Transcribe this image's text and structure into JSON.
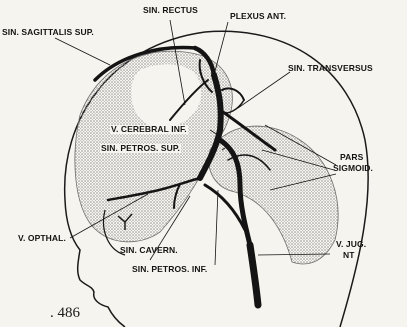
{
  "figure": {
    "labels": {
      "sin_rectus": "SIN. RECTUS",
      "plexus_ant": "PLEXUS ANT.",
      "sin_sagittalis_sup": "SIN. SAGITTALIS SUP.",
      "sin_transversus": "SIN. TRANSVERSUS",
      "v_cerebral_inf": "V. CEREBRAL INF.",
      "sin_petros_sup": "SIN. PETROS. SUP.",
      "pars": "PARS",
      "sigmoid": "SIGMOID.",
      "v_opthal": "V. OPTHAL.",
      "sin_cavern": "SIN. CAVERN.",
      "sin_petros_inf": "SIN. PETROS. INF.",
      "v_jug": "V. JUG.",
      "nt": "NT"
    },
    "page_number": ". 486"
  },
  "colors": {
    "ink": "#141414",
    "paper": "#f6f4ee",
    "stipple": "#8c8c8c"
  }
}
